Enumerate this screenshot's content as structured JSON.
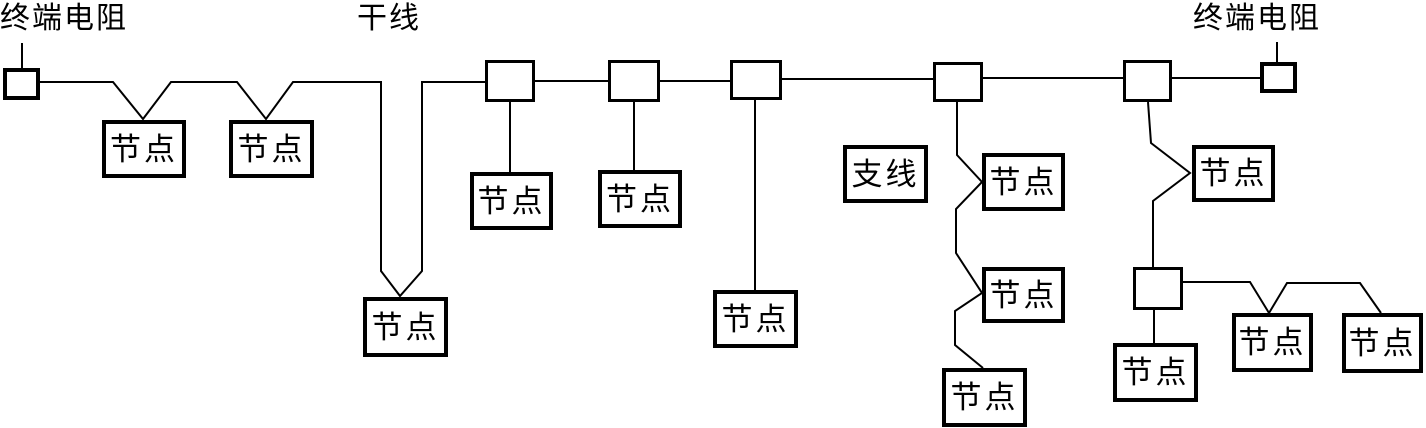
{
  "labels": {
    "terminal_resistor_left": "终端电阻",
    "trunk": "干线",
    "terminal_resistor_right": "终端电阻",
    "branch": "支线",
    "node": "节点"
  },
  "colors": {
    "line": "#000000",
    "background": "#ffffff",
    "text": "#000000"
  }
}
